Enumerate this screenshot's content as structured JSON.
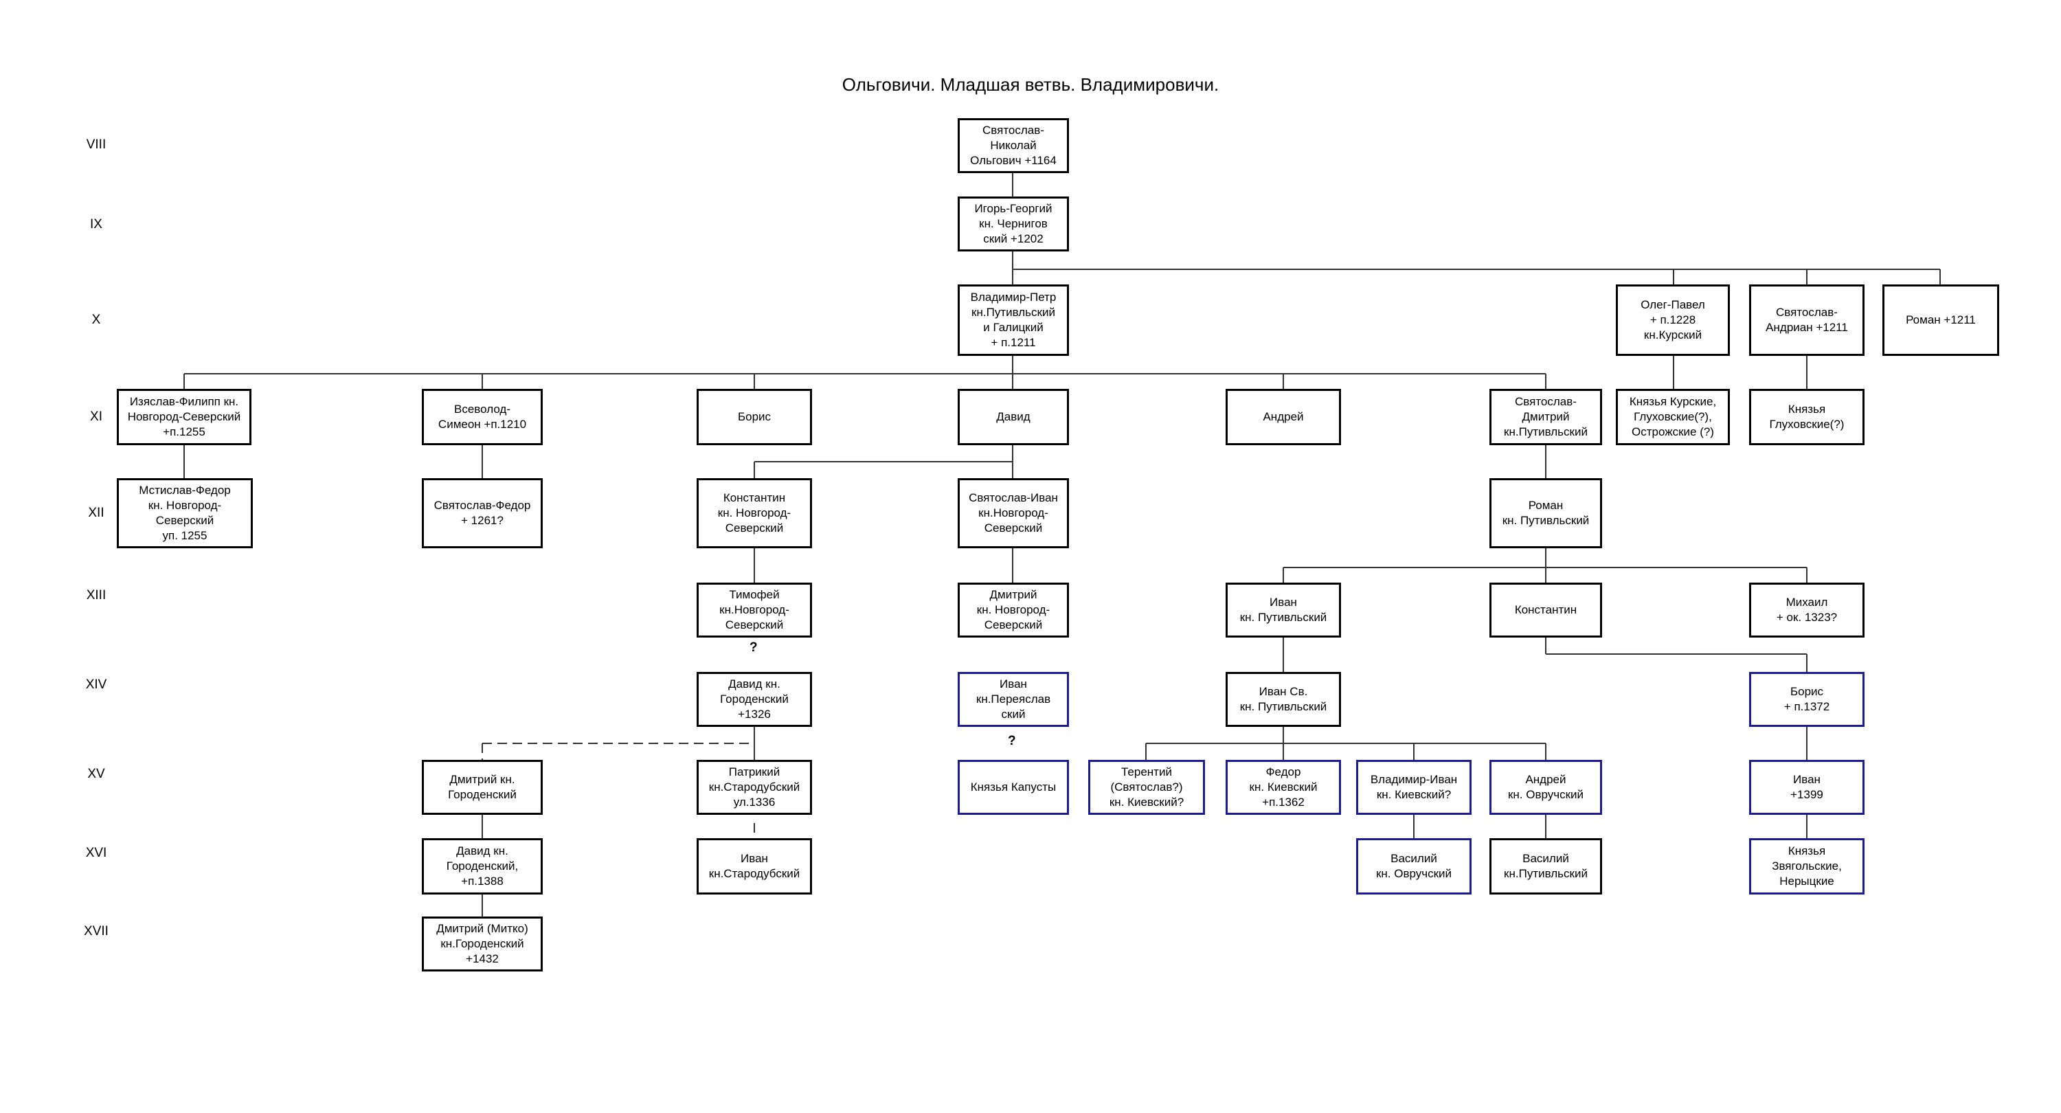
{
  "title": "Ольговичи. Младшая ветвь. Владимировичи.",
  "generations": [
    "VIII",
    "IX",
    "X",
    "XI",
    "XII",
    "XIII",
    "XIV",
    "XV",
    "XVI",
    "XVII"
  ],
  "nodes": {
    "n1": "Святослав-\nНиколай\nОльгович +1164",
    "n2": "Игорь-Георгий\nкн. Чернигов\nский +1202",
    "n3": "Владимир-Петр\nкн.Путивльский\nи Галицкий\n+ п.1211",
    "n4": "Олег-Павел\n+ п.1228\nкн.Курский",
    "n5": "Святослав-\nАндриан +1211",
    "n6": "Роман +1211",
    "n7": "Изяслав-Филипп кн.\nНовгород-Северский\n+п.1255",
    "n8": "Всеволод-\nСимеон +п.1210",
    "n9": "Борис",
    "n10": "Давид",
    "n11": "Андрей",
    "n12": "Святослав-\nДмитрий\nкн.Путивльский",
    "n13": "Князья Курские,\nГлуховские(?),\nОстрожские (?)",
    "n14": "Князья\nГлуховские(?)",
    "n15": "Мстислав-Федор\nкн. Новгород-\nСеверский\nуп. 1255",
    "n16": "Святослав-Федор\n+ 1261?",
    "n17": "Константин\nкн. Новгород-\nСеверский",
    "n18": "Святослав-Иван\nкн.Новгород-\nСеверский",
    "n19": "Роман\nкн. Путивльский",
    "n20": "Тимофей\nкн.Новгород-\nСеверский",
    "n21": "Дмитрий\nкн. Новгород-\nСеверский",
    "n22": "Иван\nкн. Путивльский",
    "n23": "Константин",
    "n24": "Михаил\n+ ок. 1323?",
    "n25": "Давид кн.\nГороденский\n+1326",
    "n26": "Иван\nкн.Переяслав\nский",
    "n27": "Иван Св.\nкн. Путивльский",
    "n28": "Борис\n+ п.1372",
    "n29": "Дмитрий кн.\nГороденский",
    "n30": "Патрикий\nкн.Стародубский\nул.1336",
    "n31": "Князья Капусты",
    "n32": "Терентий\n(Святослав?)\nкн. Киевский?",
    "n33": "Федор\nкн. Киевский\n+п.1362",
    "n34": "Владимир-Иван\nкн. Киевский?",
    "n35": "Андрей\nкн. Овручский",
    "n36": "Иван\n+1399",
    "n37": "Давид кн.\nГороденский,\n+п.1388",
    "n38": "Иван\nкн.Стародубский",
    "n39": "Василий\nкн. Овручский",
    "n40": "Василий\nкн.Путивльский",
    "n41": "Князья\nЗвягольские,\nНерыцкие",
    "n42": "Дмитрий (Митко)\nкн.Городенский\n+1432"
  },
  "question_marks": [
    "?",
    "?"
  ],
  "colors": {
    "border": "#000000",
    "blue_border": "#1a1a9a",
    "line": "#333333"
  }
}
